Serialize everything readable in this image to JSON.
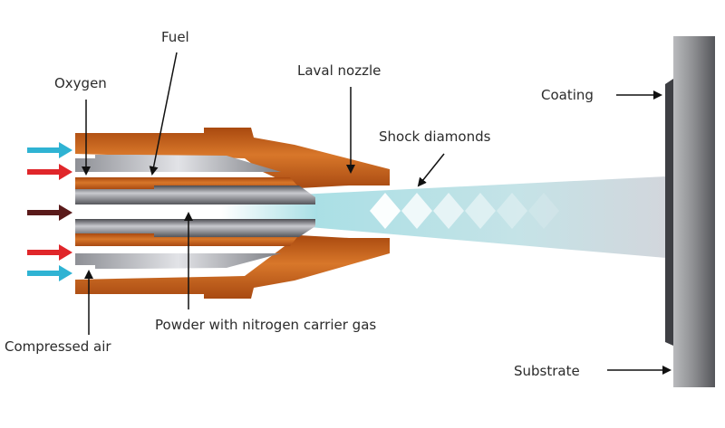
{
  "diagram": {
    "title": "HVOF thermal spray gun cross-section",
    "labels": {
      "fuel": "Fuel",
      "oxygen": "Oxygen",
      "laval_nozzle": "Laval nozzle",
      "shock_diamonds": "Shock diamonds",
      "coating": "Coating",
      "substrate": "Substrate",
      "powder": "Powder with nitrogen carrier gas",
      "compressed_air": "Compressed air"
    },
    "inlets": [
      {
        "name": "compressed-air-inlet-top",
        "color": "#2fb3d3"
      },
      {
        "name": "oxygen-fuel-inlet-top",
        "color": "#e0262a"
      },
      {
        "name": "powder-inlet",
        "color": "#5a1a1a"
      },
      {
        "name": "oxygen-fuel-inlet-bottom",
        "color": "#e0262a"
      },
      {
        "name": "compressed-air-inlet-bottom",
        "color": "#2fb3d3"
      }
    ],
    "colors": {
      "nozzle_copper": "#c8651e",
      "jet": "#bfe6ea",
      "substrate": "#8a8a8c",
      "coating": "#3e3f44"
    },
    "shock_diamond_count": 6
  }
}
